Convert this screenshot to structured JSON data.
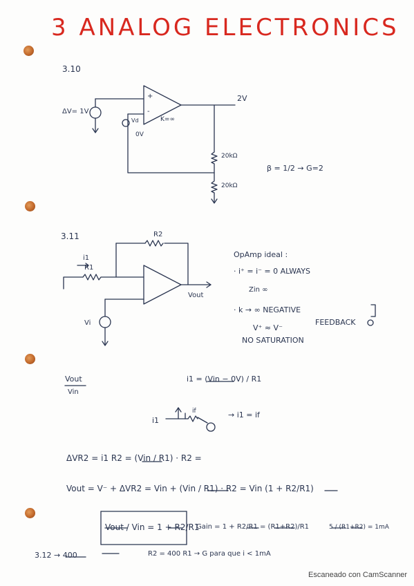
{
  "title": "3 ANALOG ELECTRONICS",
  "footer": "Escaneado con CamScanner",
  "section_3_10": {
    "number": "3.10",
    "source_label": "ΔV= 1V",
    "output_label": "2V",
    "plus": "+",
    "minus": "-",
    "vd_label": "Vd",
    "vd_zero": "0V",
    "gain_label": "K=∞",
    "r_top": "20kΩ",
    "r_bottom": "20kΩ",
    "beta_eq": "β = 1/2 → G=2"
  },
  "section_3_11": {
    "number": "3.11",
    "r2_label": "R2",
    "r1_label": "R1",
    "i1_label": "i1",
    "vout_label": "Vout",
    "vi_label": "Vi",
    "notes": {
      "heading": "OpAmp ideal :",
      "line1": "· i⁺ = i⁻ = 0    ALWAYS",
      "line2": "Zin ∞",
      "line3": "· k → ∞        NEGATIVE",
      "line4": "FEEDBACK",
      "line5": "V⁺ ≈ V⁻",
      "line6": "NO SATURATION"
    }
  },
  "derivation": {
    "ratio_num": "Vout",
    "ratio_den": "Vin",
    "i1_eq": "i1 = (Vin − 0V) / R1",
    "node_i1": "i1",
    "node_if": "if",
    "node_eq": "→  i1 = if",
    "dv_eq": "ΔVR2 = i1 R2 = (Vin / R1) · R2 =",
    "vout_eq": "Vout = V⁻ + ΔVR2 = Vin + (Vin / R1) · R2 = Vin (1 + R2/R1)",
    "boxed_eq": "Vout / Vin = 1 + R2/R1",
    "gain_eq": "Gain = 1 + R2/R1 = (R1+R2)/R1",
    "side_eq": "5 / (R1+R2) = 1mA",
    "note_3_12": "3.12  →   400",
    "note_r2": "R2 = 400 R1  →  G para que i < 1mA"
  }
}
